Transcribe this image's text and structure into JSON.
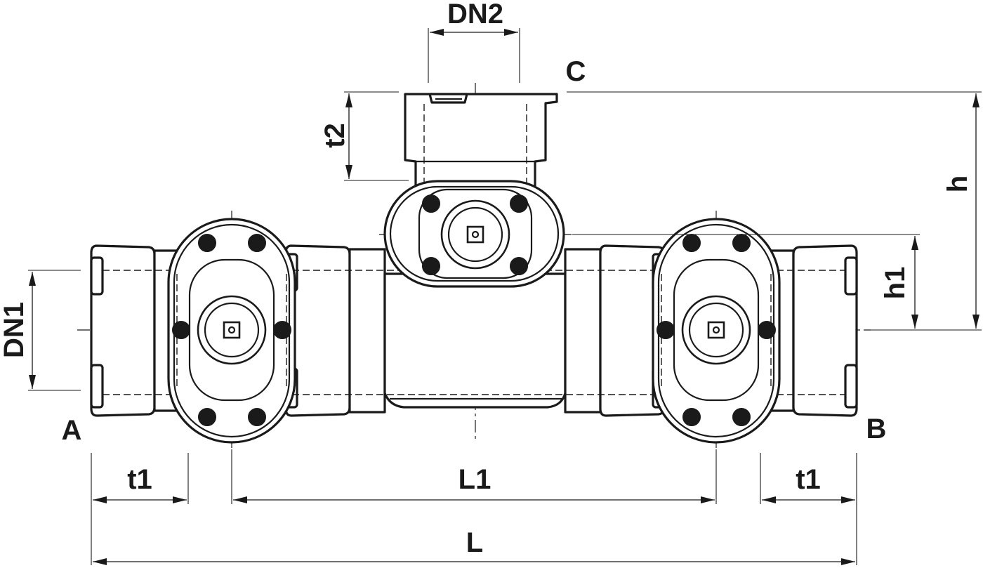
{
  "diagram": {
    "ports": {
      "a": "A",
      "b": "B",
      "c": "C"
    },
    "dimensions": {
      "dn1": "DN1",
      "dn2": "DN2",
      "t1_left": "t1",
      "t1_right": "t1",
      "t2": "t2",
      "l1": "L1",
      "l": "L",
      "h": "h",
      "h1": "h1"
    },
    "colors": {
      "line": "#1a1a1a",
      "background": "#ffffff"
    }
  }
}
